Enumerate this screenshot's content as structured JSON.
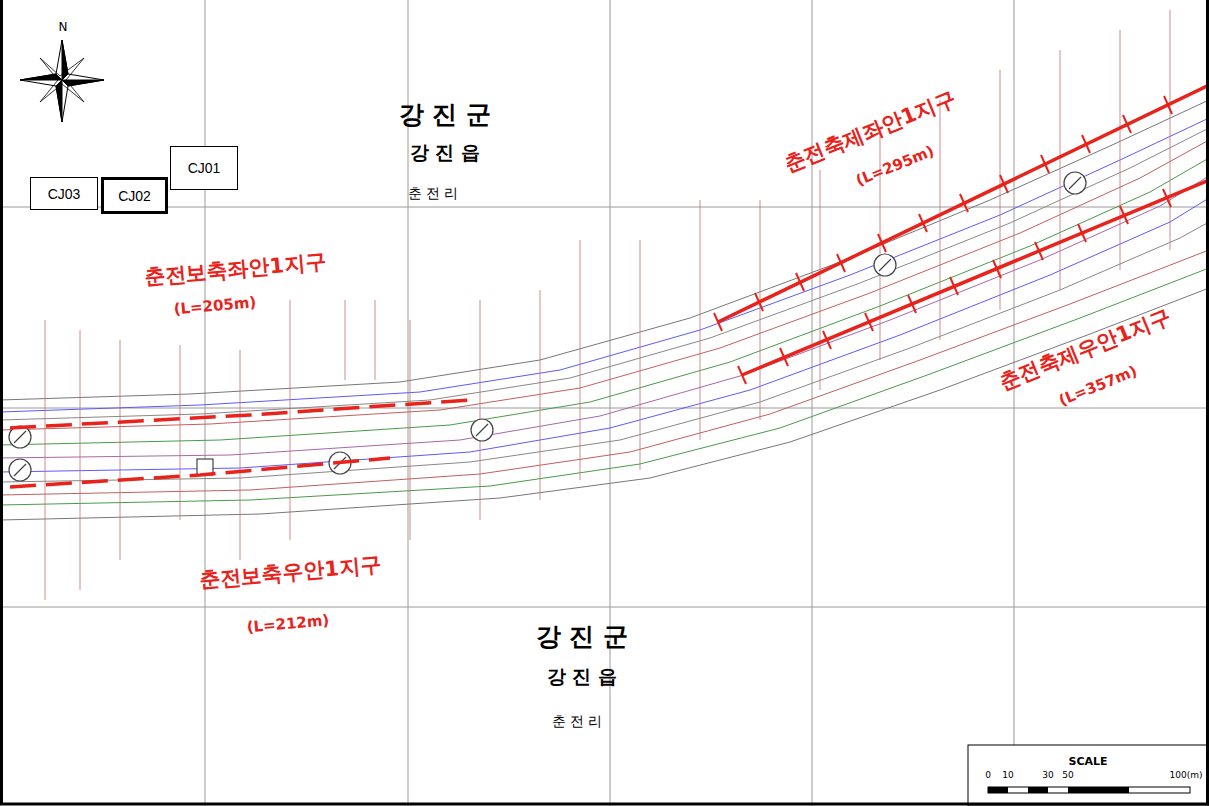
{
  "diagram": {
    "nodes": [
      {
        "text": [
          "CJ03"
        ]
      },
      {
        "text": [
          "CJ02"
        ]
      },
      {
        "text": [
          "CJ01"
        ]
      }
    ],
    "labels": [
      "N",
      "강 진 군",
      "강 진 읍",
      "춘 전 리",
      "춘전보축좌안1지구",
      "(L=205m)",
      "춘전축제좌안1지구",
      "(L=295m)",
      "춘전축제우안1지구",
      "(L=357m)",
      "춘전보축우안1지구",
      "(L=212m)",
      "강 진 군",
      "강 진 읍",
      "춘 전 리",
      "SCALE",
      "0",
      "10",
      "30",
      "50",
      "100(m)"
    ]
  }
}
